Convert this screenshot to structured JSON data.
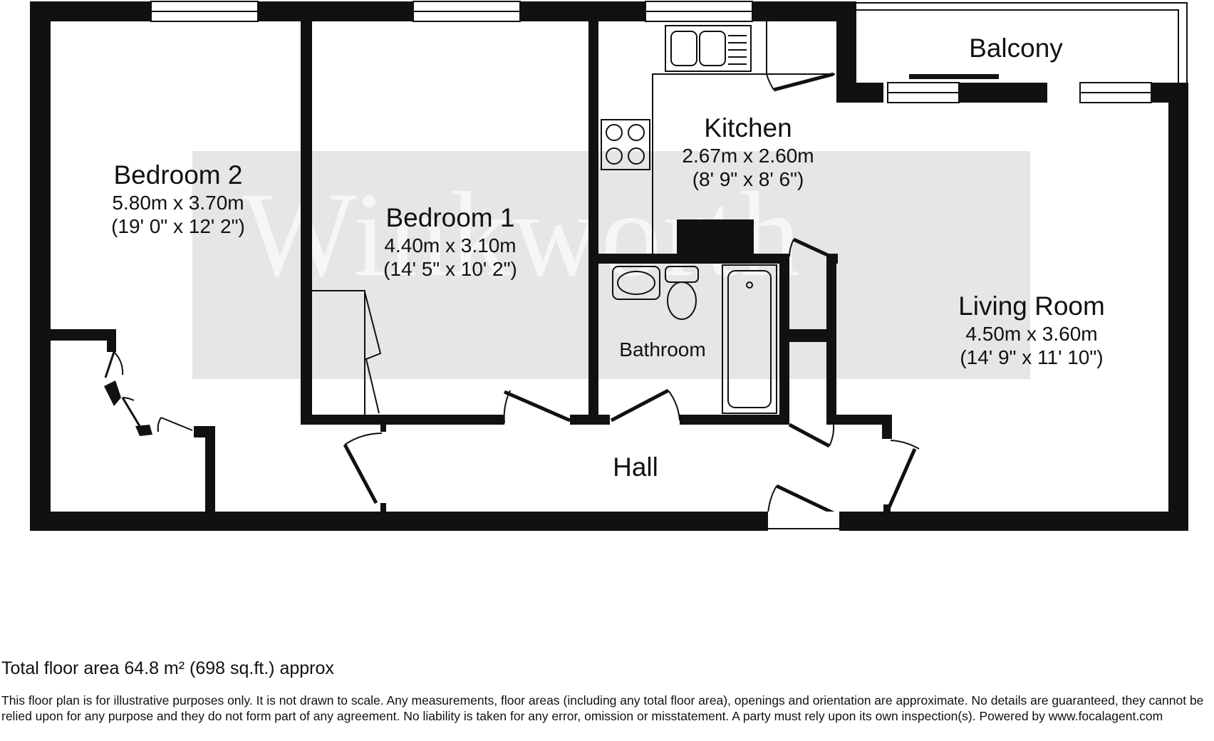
{
  "watermark": "Winkworth",
  "rooms": {
    "bedroom2": {
      "name": "Bedroom 2",
      "metric": "5.80m x 3.70m",
      "imperial": "(19' 0\" x 12' 2\")"
    },
    "bedroom1": {
      "name": "Bedroom 1",
      "metric": "4.40m x 3.10m",
      "imperial": "(14' 5\" x 10' 2\")"
    },
    "kitchen": {
      "name": "Kitchen",
      "metric": "2.67m x 2.60m",
      "imperial": "(8' 9\" x 8' 6\")"
    },
    "living_room": {
      "name": "Living Room",
      "metric": "4.50m x 3.60m",
      "imperial": "(14' 9\" x 11' 10\")"
    },
    "bathroom": {
      "name": "Bathroom"
    },
    "hall": {
      "name": "Hall"
    },
    "balcony": {
      "name": "Balcony"
    }
  },
  "footer": {
    "total": "Total floor area 64.8 m² (698 sq.ft.) approx",
    "disclaimer": "This floor plan is for illustrative purposes only. It is not drawn to scale. Any measurements, floor areas (including any total floor area), openings and orientation are approximate. No details are guaranteed, they cannot be relied upon for any purpose and they do not form part of any agreement. No liability is taken for any error, omission or misstatement. A party must rely upon its own inspection(s). Powered by www.focalagent.com"
  }
}
